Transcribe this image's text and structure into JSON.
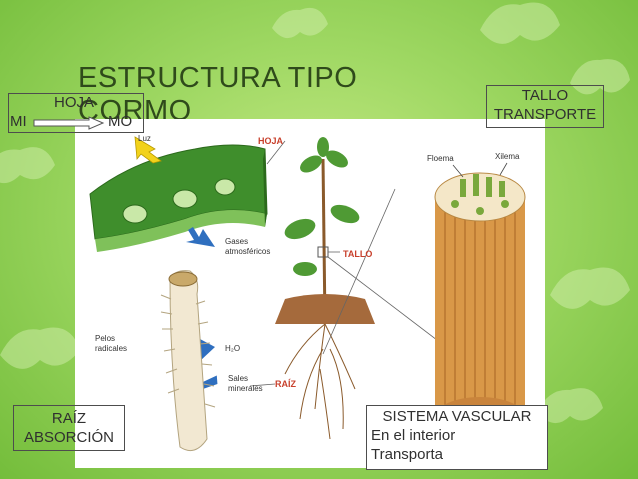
{
  "title": "ESTRUCTURA TIPO CORMO",
  "hoja_box": {
    "title": "HOJA",
    "from": "MI",
    "to": "MO"
  },
  "tallo_box": {
    "line1": "TALLO",
    "line2": "TRANSPORTE"
  },
  "raiz_box": {
    "line1": "RAÍZ",
    "line2": "ABSORCIÓN"
  },
  "sistema_box": {
    "title": "SISTEMA VASCULAR",
    "line1": "En el interior",
    "line2": "Transporta"
  },
  "diagram": {
    "luz": "Luz",
    "hoja": "HOJA",
    "tallo": "TALLO",
    "raiz": "RAÍZ",
    "floema": "Floema",
    "xilema": "Xilema",
    "gases": "Gases",
    "gases2": "atmosféricos",
    "pelos": "Pelos",
    "pelos2": "radicales",
    "h2o": "H₂O",
    "sales": "Sales",
    "sales2": "minerales"
  },
  "colors": {
    "leaf": "#3f8e2c",
    "stem": "#8a5a2b",
    "arrow_blue": "#2f6fbf",
    "arrow_yellow": "#f2d21b",
    "label_red": "#c8402c"
  }
}
